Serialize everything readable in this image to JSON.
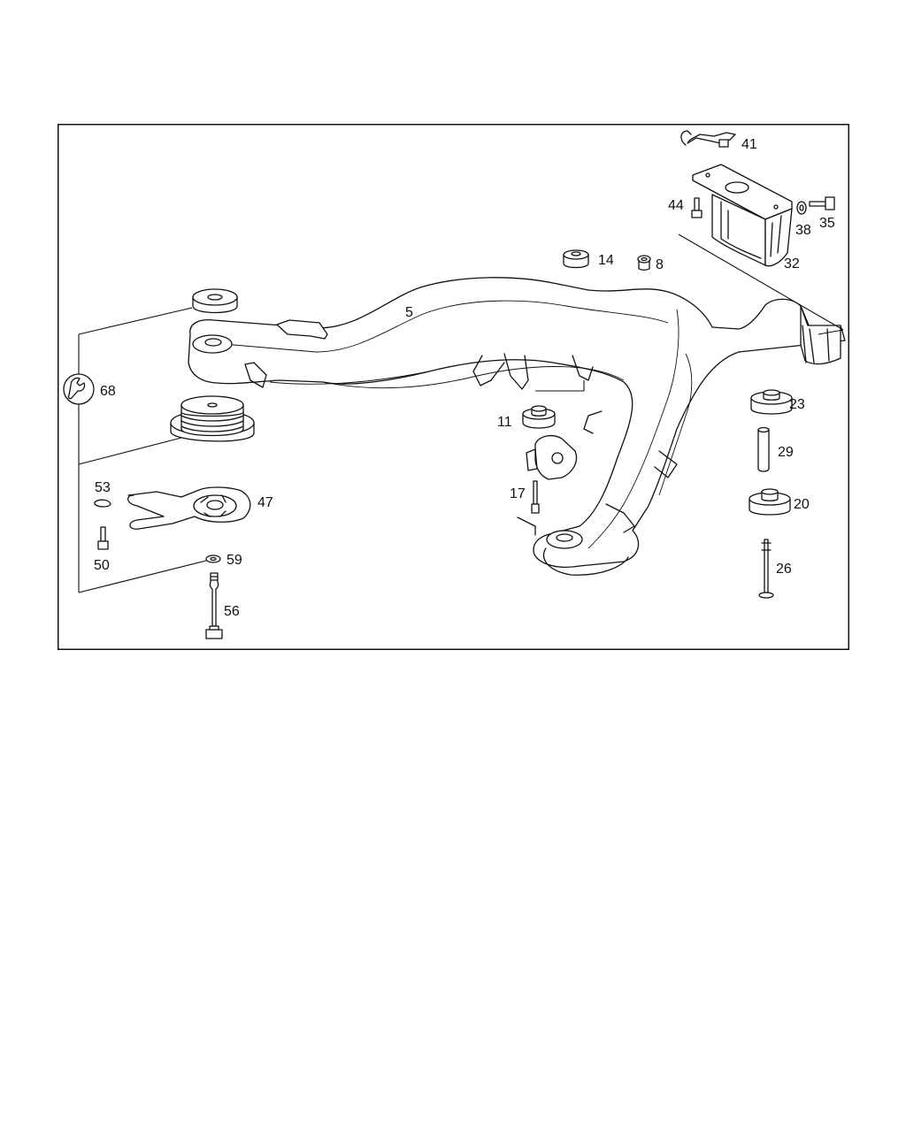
{
  "diagram": {
    "callouts": {
      "c5": "5",
      "c8": "8",
      "c11": "11",
      "c14": "14",
      "c17": "17",
      "c20": "20",
      "c23": "23",
      "c26": "26",
      "c29": "29",
      "c32": "32",
      "c35": "35",
      "c38": "38",
      "c41": "41",
      "c44": "44",
      "c47": "47",
      "c50": "50",
      "c53": "53",
      "c56": "56",
      "c59": "59",
      "c68": "68"
    },
    "icons": {
      "wrench": "wrench-icon"
    },
    "colors": {
      "line": "#111111",
      "background": "#ffffff"
    }
  }
}
